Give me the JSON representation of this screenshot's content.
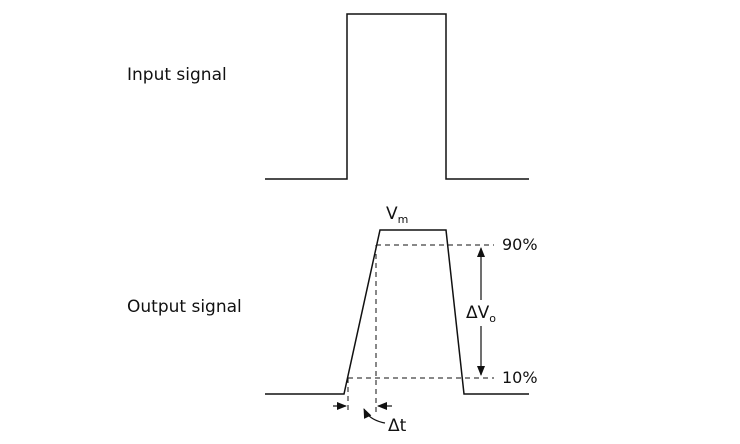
{
  "labels": {
    "input_signal": "Input signal",
    "output_signal": "Output signal",
    "vm_main": "V",
    "vm_sub": "m",
    "pct_90": "90%",
    "pct_10": "10%",
    "dvo_main": "ΔV",
    "dvo_sub": "o",
    "dt": "Δt"
  },
  "colors": {
    "line": "#111111"
  }
}
